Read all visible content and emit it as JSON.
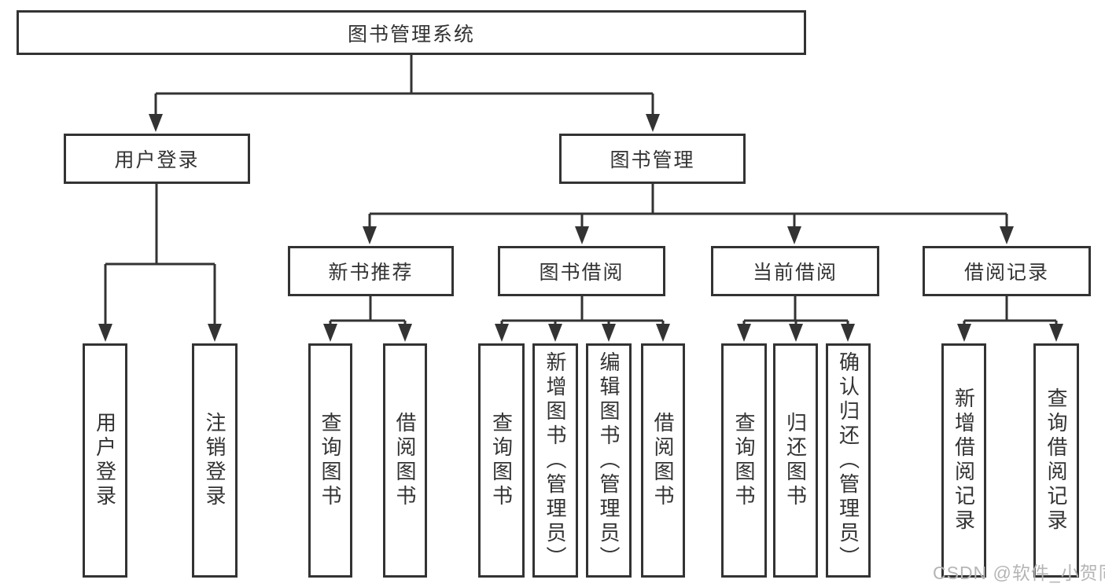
{
  "diagram": {
    "root": {
      "label": "图书管理系统"
    },
    "branches": [
      {
        "label": "用户登录",
        "leaves": [
          {
            "label": "用户登录"
          },
          {
            "label": "注销登录"
          }
        ]
      },
      {
        "label": "图书管理",
        "sections": [
          {
            "label": "新书推荐",
            "leaves": [
              {
                "label": "查询图书"
              },
              {
                "label": "借阅图书"
              }
            ]
          },
          {
            "label": "图书借阅",
            "leaves": [
              {
                "label": "查询图书"
              },
              {
                "label": "新增图书（管理员）"
              },
              {
                "label": "编辑图书（管理员）"
              },
              {
                "label": "借阅图书"
              }
            ]
          },
          {
            "label": "当前借阅",
            "leaves": [
              {
                "label": "查询图书"
              },
              {
                "label": "归还图书"
              },
              {
                "label": "确认归还（管理员）"
              }
            ]
          },
          {
            "label": "借阅记录",
            "leaves": [
              {
                "label": "新增借阅记录"
              },
              {
                "label": "查询借阅记录"
              }
            ]
          }
        ]
      }
    ]
  },
  "watermark": {
    "text": "CSDN @软件_小贺同学",
    "color": "#b5b5b5"
  },
  "colors": {
    "line": "#333333",
    "box_border": "#333333",
    "text": "#333333",
    "background": "#ffffff"
  }
}
